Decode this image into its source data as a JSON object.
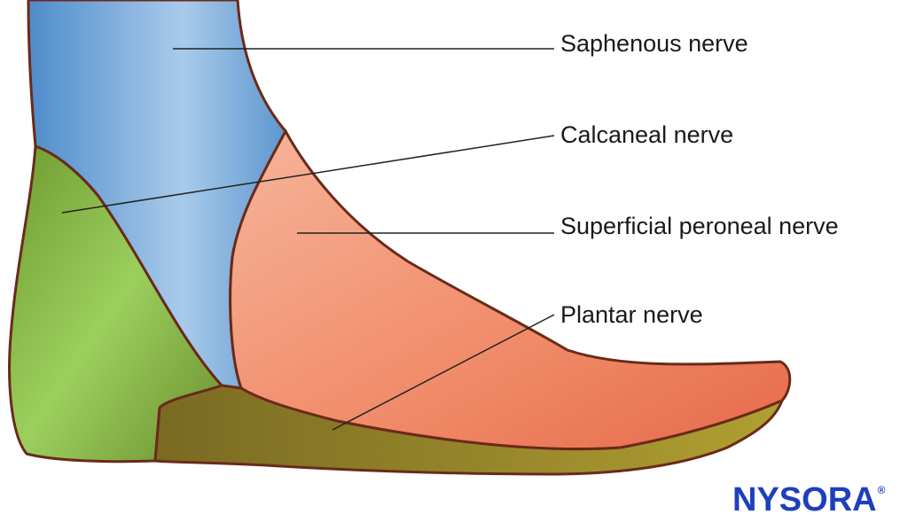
{
  "labels": {
    "saphenous": "Saphenous nerve",
    "calcaneal": "Calcaneal nerve",
    "superficial_peroneal": "Superficial peroneal nerve",
    "plantar": "Plantar nerve"
  },
  "logo": {
    "text": "NYSORA",
    "mark": "®"
  },
  "colors": {
    "saphenous": "#6fa6d6",
    "calcaneal": "#7eaa3e",
    "superficial_peroneal": "#ef8a6a",
    "plantar": "#8a7a26",
    "outline": "#6a2a1a",
    "logo": "#1d3fbf"
  }
}
